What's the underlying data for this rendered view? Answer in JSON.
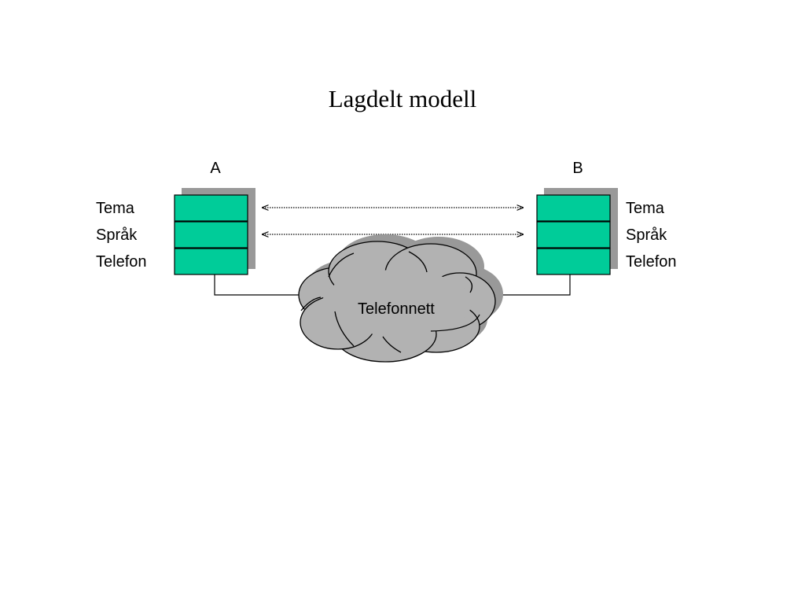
{
  "title": "Lagdelt modell",
  "node_a": {
    "label": "A",
    "layers": [
      "Tema",
      "Språk",
      "Telefon"
    ]
  },
  "node_b": {
    "label": "B",
    "layers": [
      "Tema",
      "Språk",
      "Telefon"
    ]
  },
  "network": {
    "label": "Telefonnett"
  },
  "colors": {
    "layer_fill": "#00cc99",
    "shadow": "#999999",
    "cloud_fill": "#b2b2b2",
    "cloud_shadow": "#999999",
    "line": "#000000"
  }
}
